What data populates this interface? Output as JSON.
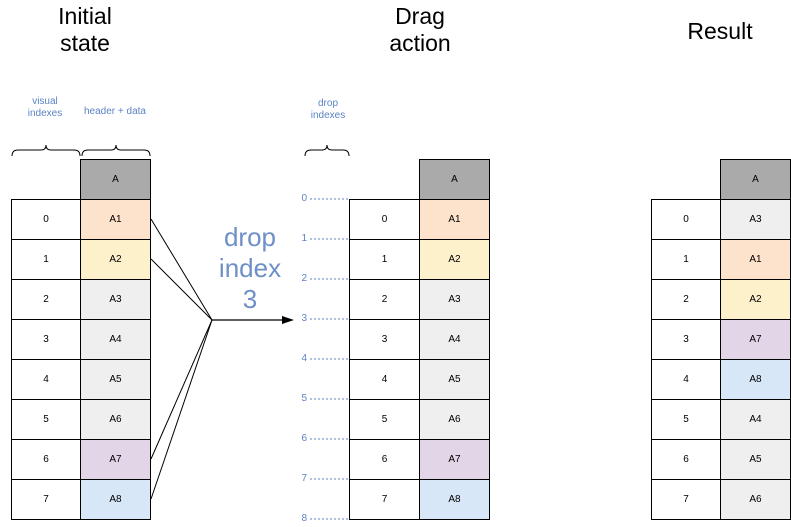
{
  "titles": {
    "initial": "Initial\nstate",
    "drag": "Drag\naction",
    "result": "Result"
  },
  "labels": {
    "visual_indexes": "visual\nindexes",
    "header_data": "header + data",
    "drop_indexes": "drop\nindexes",
    "drop_index": "drop\nindex\n3"
  },
  "header": "A",
  "colors": {
    "A1": "#fde2cc",
    "A2": "#fdf1cb",
    "A7": "#e2d5e7",
    "A8": "#d8e7f8",
    "default": "#efefef",
    "header": "#aaaaaa",
    "accent": "#5b83c5"
  },
  "initial": {
    "indexes": [
      "0",
      "1",
      "2",
      "3",
      "4",
      "5",
      "6",
      "7"
    ],
    "cells": [
      "A1",
      "A2",
      "A3",
      "A4",
      "A5",
      "A6",
      "A7",
      "A8"
    ]
  },
  "drag": {
    "indexes": [
      "0",
      "1",
      "2",
      "3",
      "4",
      "5",
      "6",
      "7"
    ],
    "cells": [
      "A1",
      "A2",
      "A3",
      "A4",
      "A5",
      "A6",
      "A7",
      "A8"
    ],
    "drop_indexes": [
      "0",
      "1",
      "2",
      "3",
      "4",
      "5",
      "6",
      "7",
      "8"
    ],
    "drop_target": 3,
    "moved_rows": [
      0,
      1,
      6,
      7
    ]
  },
  "result": {
    "indexes": [
      "0",
      "1",
      "2",
      "3",
      "4",
      "5",
      "6",
      "7"
    ],
    "cells": [
      "A3",
      "A1",
      "A2",
      "A7",
      "A8",
      "A4",
      "A5",
      "A6"
    ]
  }
}
